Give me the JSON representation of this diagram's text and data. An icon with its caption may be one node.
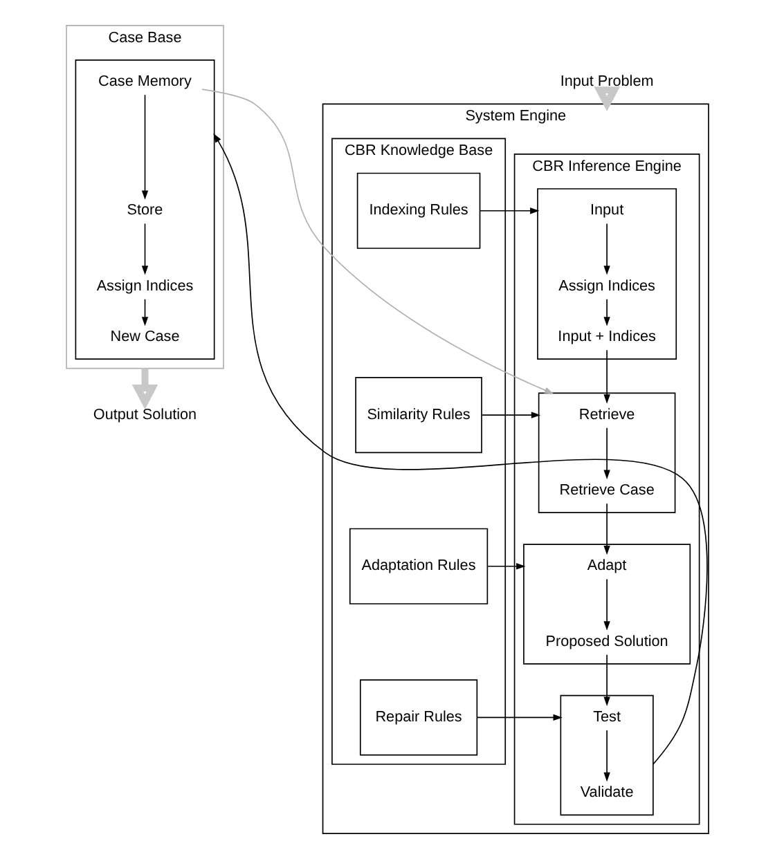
{
  "diagram": {
    "nodes": [
      {
        "text": [
          "System Engine"
        ]
      },
      {
        "text": [
          "CBR Inference Engine"
        ],
        "in": 0
      },
      {
        "text": [],
        "shape": "box",
        "in": 1
      },
      {
        "text": [
          "Input"
        ],
        "in": 2
      },
      {
        "text": [
          "Assign Indices"
        ],
        "in": 2
      },
      {
        "text": [
          "Input + Indices"
        ],
        "in": 2
      },
      {
        "text": [],
        "shape": "box",
        "in": 1
      },
      {
        "text": [
          "Retrieve"
        ],
        "in": 6
      },
      {
        "text": [
          "Retrieve Case"
        ],
        "in": 6
      },
      {
        "text": [],
        "shape": "box",
        "in": 1
      },
      {
        "text": [
          "Adapt"
        ],
        "in": 9
      },
      {
        "text": [
          "Proposed Solution"
        ],
        "in": 9
      },
      {
        "text": [],
        "shape": "box",
        "in": 1
      },
      {
        "text": [
          "Test"
        ],
        "in": 12
      },
      {
        "text": [
          "Validate"
        ],
        "in": 12
      },
      {
        "text": [
          "CBR Knowledge Base"
        ],
        "in": 0
      },
      {
        "text": [
          "Indexing Rules"
        ],
        "in": 15
      },
      {
        "text": [
          "Similarity Rules"
        ],
        "in": 15
      },
      {
        "text": [
          "Adaptation Rules"
        ],
        "in": 15
      },
      {
        "text": [
          "Repair Rules"
        ],
        "in": 15
      },
      {
        "text": [
          "Case Base"
        ]
      },
      {
        "text": [],
        "shape": "box",
        "in": 20
      },
      {
        "text": [
          "Case Memory"
        ],
        "in": 21
      },
      {
        "text": [
          "Store"
        ],
        "in": 21
      },
      {
        "text": [
          "Assign Indices"
        ],
        "in": 21
      },
      {
        "text": [
          "New Case"
        ],
        "in": 21
      },
      {
        "text": [
          "Input Problem"
        ]
      },
      {
        "text": [
          "Output Solution"
        ]
      }
    ],
    "edges": [
      {
        "from": 3,
        "to": 4,
        "arrow": "to"
      },
      {
        "from": 4,
        "to": 5,
        "arrow": "to"
      },
      {
        "from": 5,
        "to": 7,
        "arrow": "to"
      },
      {
        "from": 7,
        "to": 8,
        "arrow": "to"
      },
      {
        "from": 8,
        "to": 10,
        "arrow": "to"
      },
      {
        "from": 10,
        "to": 11,
        "arrow": "to"
      },
      {
        "from": 11,
        "to": 13,
        "arrow": "to"
      },
      {
        "from": 13,
        "to": 14,
        "arrow": "to"
      },
      {
        "from": 16,
        "to": 2,
        "arrow": "to"
      },
      {
        "from": 17,
        "to": 6,
        "arrow": "to"
      },
      {
        "from": 18,
        "to": 9,
        "arrow": "to"
      },
      {
        "from": 19,
        "to": 12,
        "arrow": "to"
      },
      {
        "from": 22,
        "to": 6,
        "arrow": "to",
        "color": "#b0b0b0"
      },
      {
        "from": 12,
        "to": 21,
        "arrow": "to"
      },
      {
        "from": 22,
        "to": 23,
        "arrow": "to"
      },
      {
        "from": 23,
        "to": 24,
        "arrow": "to"
      },
      {
        "from": 24,
        "to": 25,
        "arrow": "to"
      },
      {
        "from": 26,
        "to": 0,
        "arrow": "to",
        "style": "thick",
        "color": "#c8c8c8"
      },
      {
        "from": 20,
        "to": 27,
        "arrow": "to",
        "style": "thick",
        "color": "#c8c8c8"
      }
    ]
  }
}
